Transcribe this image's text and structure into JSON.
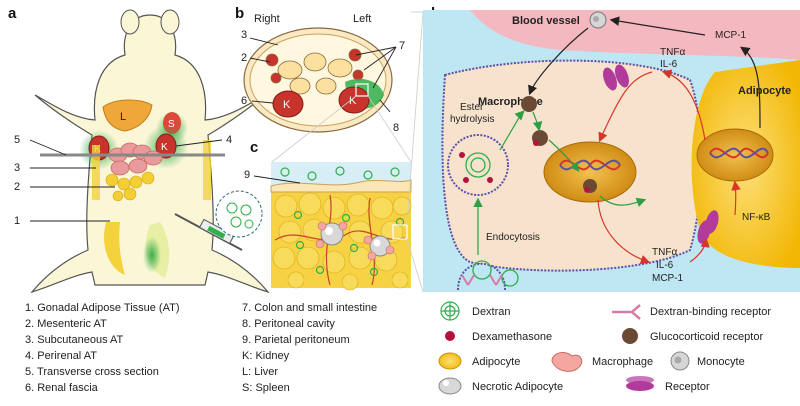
{
  "panels": {
    "a": "a",
    "b": "b",
    "c": "c",
    "d": "d"
  },
  "panel_b": {
    "right": "Right",
    "left": "Left",
    "organ_K": "K"
  },
  "panel_a": {
    "organ_L": "L",
    "organ_S": "S",
    "organ_K": "K"
  },
  "callouts": [
    "1",
    "2",
    "3",
    "4",
    "5",
    "6",
    "7",
    "8",
    "9"
  ],
  "legend_left": [
    "1. Gonadal Adipose Tissue (AT)",
    "2. Mesenteric AT",
    "3. Subcutaneous AT",
    "4. Perirenal AT",
    "5. Transverse cross section",
    "6. Renal fascia"
  ],
  "legend_mid": [
    "7. Colon and small intestine",
    "8. Peritoneal cavity",
    "9. Parietal peritoneum",
    "K: Kidney",
    "L: Liver",
    "S: Spleen"
  ],
  "panel_d": {
    "blood_vessel": "Blood vessel",
    "mcp1_top": "MCP-1",
    "tnf_top": "TNFα",
    "il6_top": "IL-6",
    "macrophage": "Macrophage",
    "ester_1": "Ester",
    "ester_2": "hydrolysis",
    "adipocyte": "Adipocyte",
    "endocytosis": "Endocytosis",
    "nfkb": "NF-κB",
    "tnf_bot": "TNFα",
    "il6_bot": "IL-6",
    "mcp1_bot": "MCP-1"
  },
  "legend_symbols": [
    {
      "label": "Dextran",
      "icon": "dextran-icon"
    },
    {
      "label": "Dextran-binding receptor",
      "icon": "receptor-fork-icon"
    },
    {
      "label": "Dexamethasone",
      "icon": "dexamethasone-icon"
    },
    {
      "label": "Glucocorticoid receptor",
      "icon": "glucocorticoid-receptor-icon"
    },
    {
      "label": "Adipocyte",
      "icon": "adipocyte-icon"
    },
    {
      "label": "Macrophage",
      "icon": "macrophage-icon"
    },
    {
      "label": "Monocyte",
      "icon": "monocyte-icon"
    },
    {
      "label": "Necrotic Adipocyte",
      "icon": "necrotic-adipocyte-icon"
    },
    {
      "label": "Receptor",
      "icon": "receptor-icon"
    }
  ],
  "colors": {
    "cytoplasm": "#f7e3cd",
    "extracellular": "#bfe6f3",
    "adipocyte": "#f5c518",
    "nucleus": "#e3a012",
    "dextran": "#2fae4a",
    "receptor": "#b13a9b",
    "arrow_red": "#d8352a",
    "arrow_green": "#2f9e44",
    "vessel": "#f4b8c0"
  }
}
